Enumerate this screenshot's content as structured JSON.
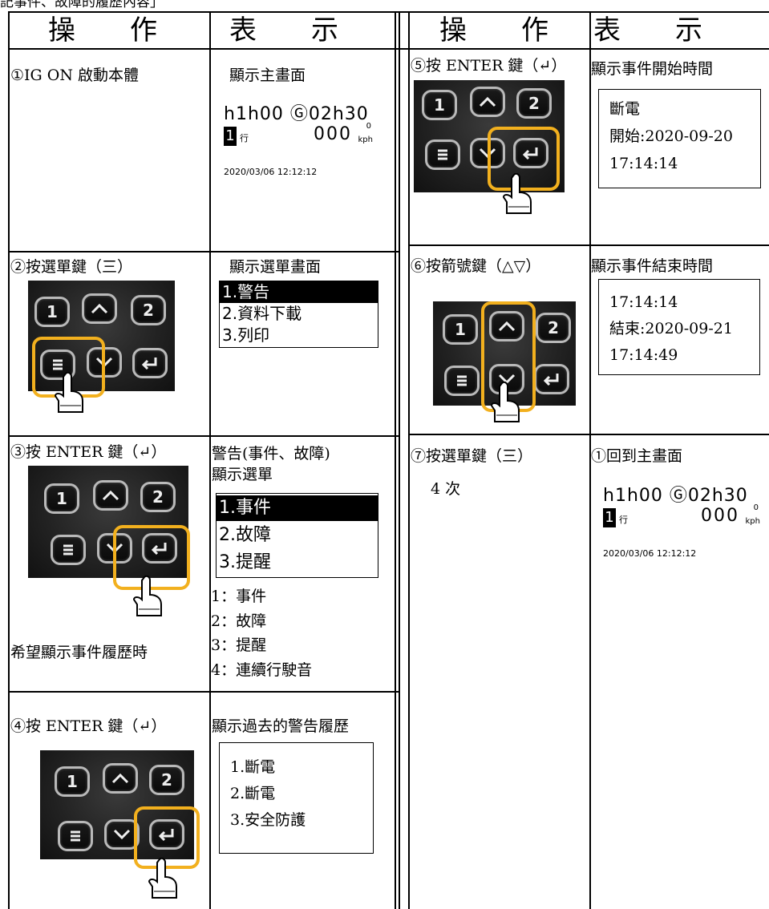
{
  "caption": "記事件、故障的履歷內容」",
  "headers": {
    "left_op": "操　　作",
    "left_disp": "表　　示",
    "right_op": "操　　作",
    "right_disp": "表　　示"
  },
  "main_screen": {
    "line1": "h1h00 Ⓖ02h30",
    "badge": "1",
    "hang": "行",
    "speed": "000",
    "speed_sup": "0",
    "unit": "kph",
    "datetime": "2020/03/06 12:12:12"
  },
  "keys": {
    "k1": "1",
    "k2": "2"
  },
  "steps": {
    "s1": {
      "op": "①IG ON 啟動本體",
      "disp": "顯示主畫面"
    },
    "s2": {
      "op": "②按選單鍵（三）",
      "disp": "顯示選單畫面",
      "menu": [
        "1.警告",
        "2.資料下載",
        "3.列印"
      ]
    },
    "s3": {
      "op": "③按 ENTER 鍵（↵）",
      "note": "希望顯示事件履歷時",
      "disp_line1": "警告(事件、故障)",
      "disp_line2": "顯示選單",
      "menu": [
        "1.事件",
        "2.故障",
        "3.提醒"
      ],
      "legend": [
        "1：事件",
        "2：故障",
        "3：提醒",
        "4：連續行駛音"
      ]
    },
    "s4": {
      "op": "④按 ENTER 鍵（↵）",
      "disp": "顯示過去的警告履歷",
      "list": [
        "1.斷電",
        "2.斷電",
        "3.安全防護"
      ]
    },
    "s5": {
      "op": "⑤按 ENTER 鍵（↵）",
      "disp": "顯示事件開始時間",
      "box": [
        "斷電",
        "開始:2020-09-20",
        "17:14:14"
      ]
    },
    "s6": {
      "op": "⑥按箭號鍵（△▽）",
      "disp": "顯示事件結束時間",
      "box": [
        "17:14:14",
        "結束:2020-09-21",
        "17:14:49"
      ]
    },
    "s7": {
      "op": "⑦按選單鍵（三）",
      "op2": "4 次",
      "disp": "①回到主畫面"
    }
  }
}
